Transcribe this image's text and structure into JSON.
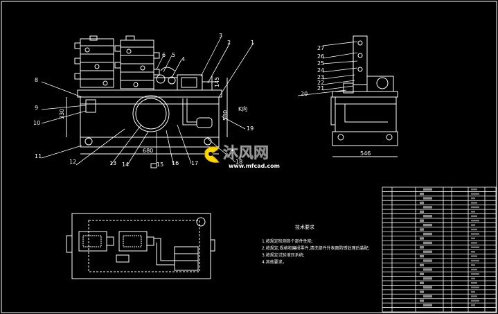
{
  "colors": {
    "background": "#000000",
    "line": "#ffffff",
    "accent_yellow": "#ffd800",
    "watermark": "#cfcfcf"
  },
  "front_view": {
    "callouts": [
      "1",
      "2",
      "3",
      "4",
      "5",
      "6",
      "8",
      "9",
      "10",
      "11",
      "12",
      "13",
      "14",
      "15",
      "16",
      "17",
      "18",
      "19"
    ],
    "dim_width": "680",
    "dim_height_left": "330",
    "dim_height_right": "580",
    "dim_top": "145",
    "view_label": "K向"
  },
  "side_view": {
    "callouts": [
      "20",
      "21",
      "22",
      "23",
      "24",
      "25",
      "26",
      "27"
    ],
    "dim_width": "546"
  },
  "tech_requirements": {
    "title": "技术要求",
    "items": [
      "1.按规定检测各个部件性能;",
      "2.按规定,规格和磨损零件,清洗部件外表面防锈处理后装配;",
      "3.按规定试验液压系统;",
      "4.其他要求。"
    ]
  },
  "watermark": {
    "brand": "沐风网",
    "url": "www.mfcad.com"
  }
}
